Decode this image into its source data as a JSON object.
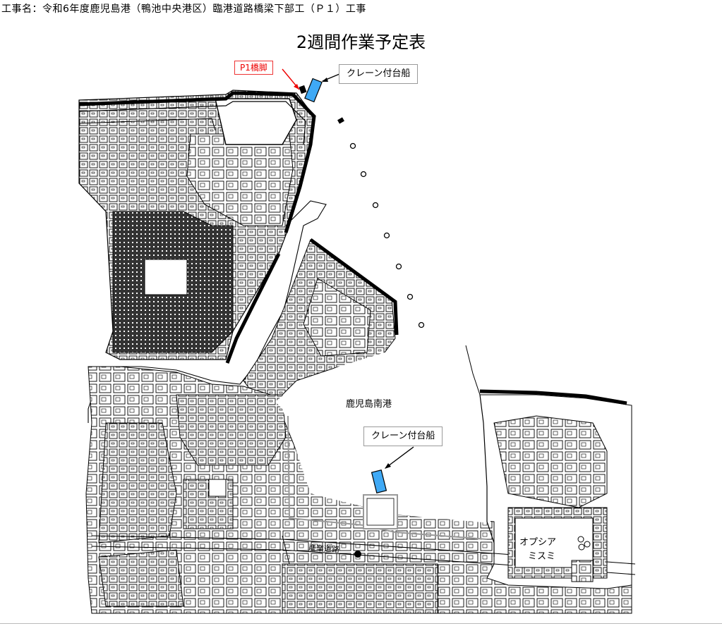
{
  "header": {
    "project_name": "工事名：令和6年度鹿児島港（鴨池中央港区）臨港道路橋梁下部工（Ｐ１）工事"
  },
  "title": "2週間作業予定表",
  "labels": {
    "p1_pier": "P1橋脚",
    "crane_barge_top": "クレーン付台船",
    "crane_barge_bottom": "クレーン付台船",
    "harbor_name": "鹿児島南港",
    "road_name": "産業道路",
    "store_name_line1": "オプシア",
    "store_name_line2": "ミスミ"
  },
  "colors": {
    "barge": "#3fa9f5",
    "pier_callout": "#e00000",
    "map_line": "#000000"
  }
}
